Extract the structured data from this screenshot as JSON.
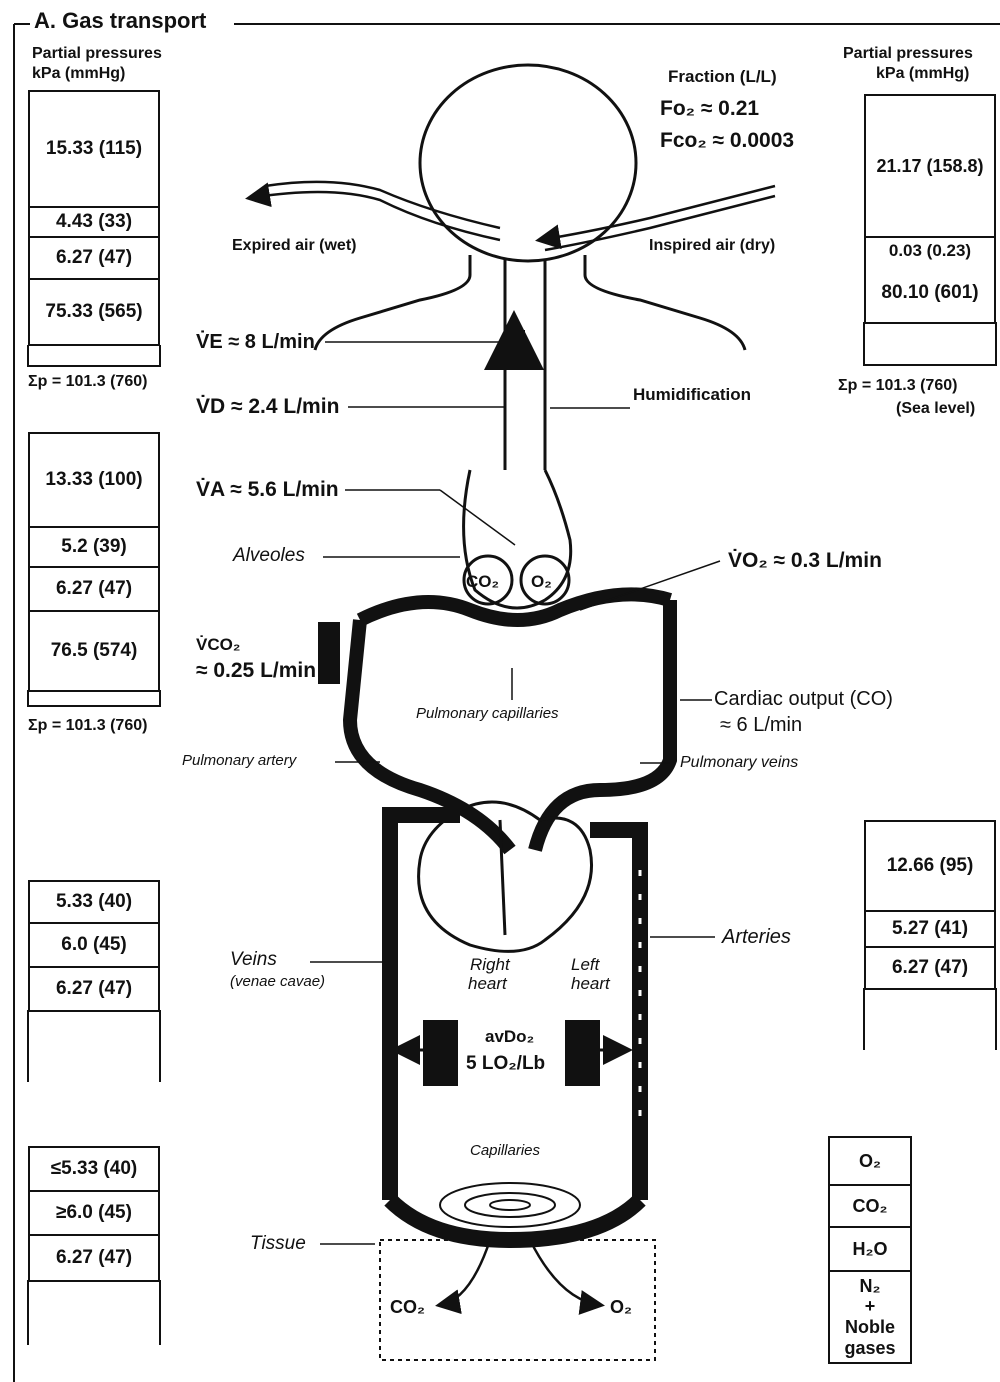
{
  "section_title": "A. Gas transport",
  "left_header": {
    "line1": "Partial pressures",
    "line2": "kPa (mmHg)"
  },
  "right_header": {
    "line1": "Partial pressures",
    "line2": "kPa (mmHg)"
  },
  "fraction": {
    "title": "Fraction (L/L)",
    "fo2": "Fo₂ ≈ 0.21",
    "fco2": "Fco₂ ≈ 0.0003"
  },
  "air": {
    "expired": "Expired air (wet)",
    "inspired": "Inspired air (dry)"
  },
  "expired_table": {
    "cells": [
      "15.33 (115)",
      "4.43 (33)",
      "6.27 (47)",
      "75.33 (565)"
    ],
    "sum": "Σp = 101.3 (760)"
  },
  "inspired_table": {
    "cells": [
      "21.17 (158.8)",
      "0.03 (0.23)",
      "80.10 (601)"
    ],
    "sum": "Σp = 101.3 (760)",
    "note": "(Sea level)"
  },
  "alveolar_table": {
    "cells": [
      "13.33 (100)",
      "5.2 (39)",
      "6.27 (47)",
      "76.5 (574)"
    ],
    "sum": "Σp = 101.3 (760)"
  },
  "venous_table": {
    "cells": [
      "5.33 (40)",
      "6.0 (45)",
      "6.27 (47)"
    ]
  },
  "arterial_table": {
    "cells": [
      "12.66 (95)",
      "5.27 (41)",
      "6.27 (47)"
    ]
  },
  "tissue_table": {
    "cells": [
      "≤5.33 (40)",
      "≥6.0 (45)",
      "6.27 (47)"
    ]
  },
  "legend": {
    "o2": "O₂",
    "co2": "CO₂",
    "h2o": "H₂O",
    "n2": "N₂",
    "plus": "+",
    "noble": "Noble",
    "gases": "gases"
  },
  "labels": {
    "ve": "V̇E ≈ 8 L/min",
    "vd": "V̇D ≈ 2.4 L/min",
    "va": "V̇A ≈ 5.6 L/min",
    "humidification": "Humidification",
    "alveoles": "Alveoles",
    "co2": "CO₂",
    "o2": "O₂",
    "vo2": "V̇O₂ ≈ 0.3 L/min",
    "vco2_a": "V̇CO₂",
    "vco2_b": "≈ 0.25 L/min",
    "pulm_capillaries": "Pulmonary capillaries",
    "cardiac_output_a": "Cardiac output (CO)",
    "cardiac_output_b": "≈ 6 L/min",
    "pulm_artery": "Pulmonary artery",
    "pulm_veins": "Pulmonary veins",
    "veins_a": "Veins",
    "veins_b": "(venae cavae)",
    "right_heart_a": "Right",
    "right_heart_b": "heart",
    "left_heart_a": "Left",
    "left_heart_b": "heart",
    "arteries": "Arteries",
    "avdo2_a": "avDo₂",
    "avdo2_b": "5 LO₂/Lb",
    "capillaries": "Capillaries",
    "tissue": "Tissue",
    "tissue_co2": "CO₂",
    "tissue_o2": "O₂"
  },
  "colors": {
    "ink": "#111111",
    "background": "#ffffff"
  }
}
